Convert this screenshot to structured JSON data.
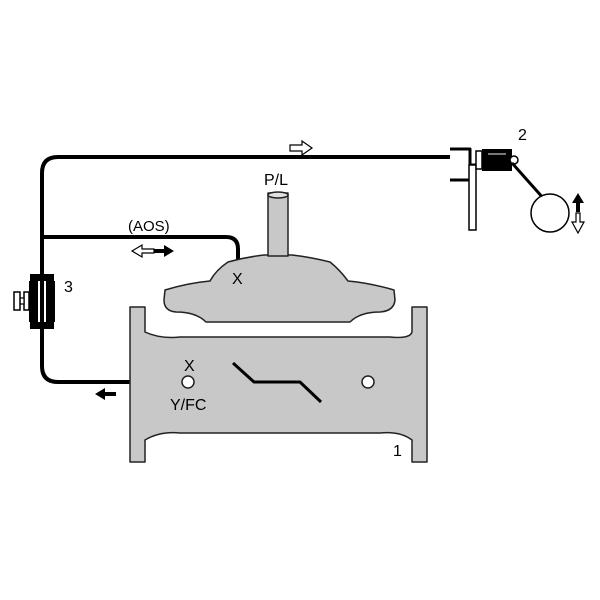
{
  "labels": {
    "pilot_number": "2",
    "valve_number": "1",
    "cock_number": "3",
    "pl": "P/L",
    "aos": "(AOS)",
    "x_top": "X",
    "x_body": "X",
    "yfc": "Y/FC"
  },
  "colors": {
    "body_fill": "#c8c8c8",
    "outline": "#222222",
    "tube": "#000000",
    "flow_arrow": "#000000"
  },
  "icons": {
    "float": "float-ball-icon",
    "cock": "isolation-cock-icon",
    "flow_hollow": "hollow-arrow-icon",
    "flow_solid": "solid-arrow-icon"
  }
}
